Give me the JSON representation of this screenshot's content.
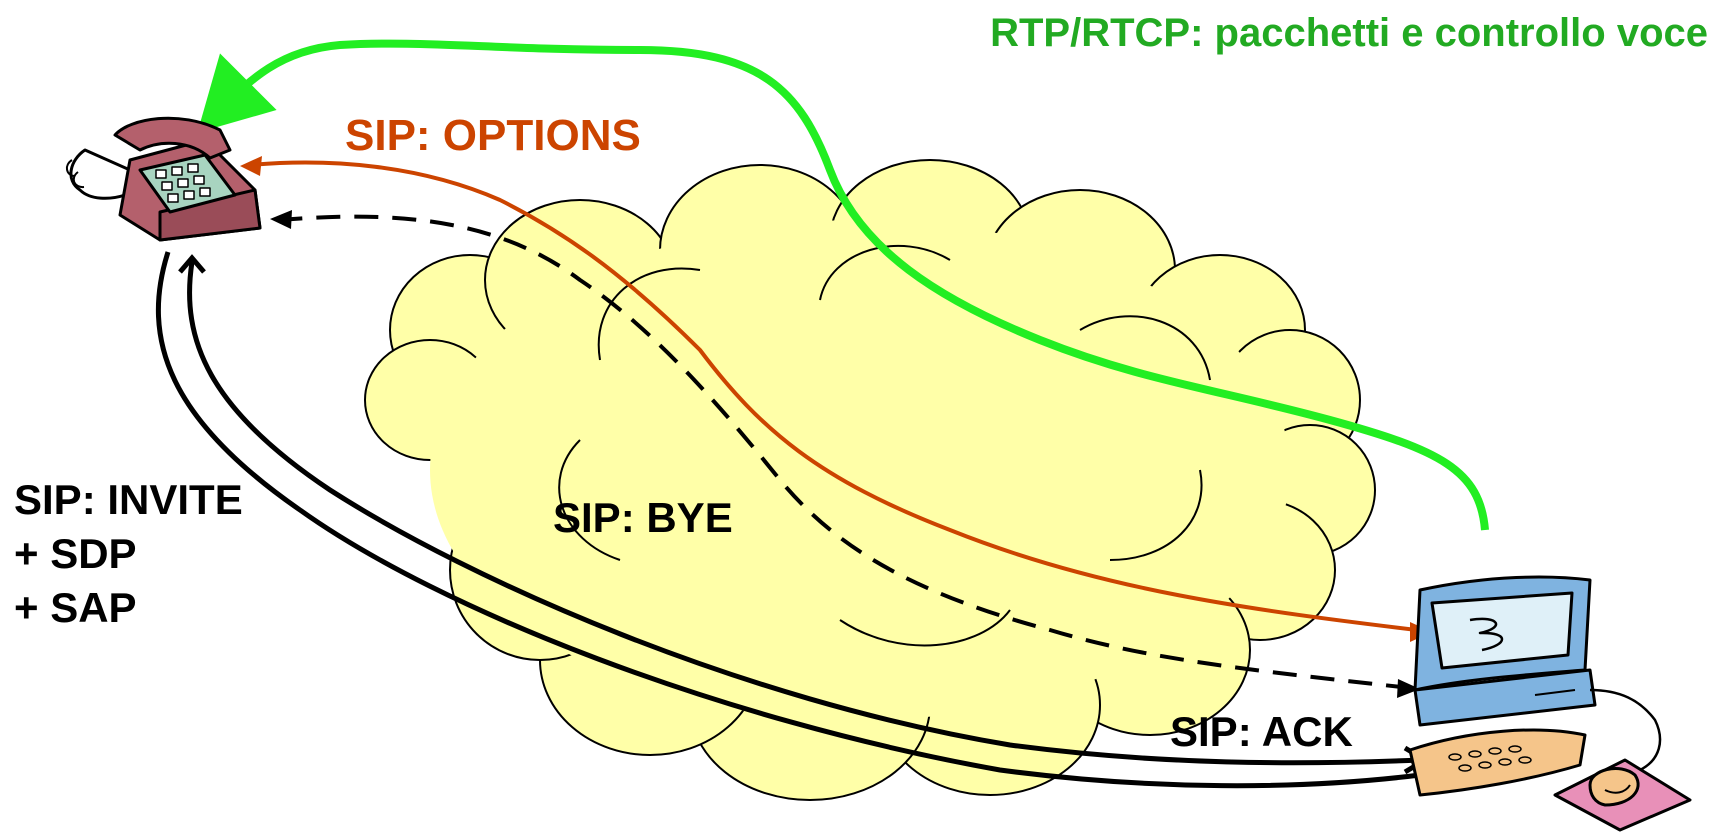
{
  "labels": {
    "rtp": "RTP/RTCP: pacchetti e controllo voce",
    "options": "SIP: OPTIONS",
    "bye": "SIP: BYE",
    "invite_line1": "SIP: INVITE",
    "invite_line2": "+ SDP",
    "invite_line3": "+ SAP",
    "ack": "SIP: ACK"
  },
  "colors": {
    "rtp": "#22ee22",
    "options": "#cc4400",
    "signaling": "#000000",
    "cloud_fill": "#ffffa8",
    "phone_body": "#b4606c",
    "keypad": "#a8d4c0",
    "monitor": "#7fb3e0",
    "keyboard": "#f5c58a",
    "mousepad": "#e890b8"
  },
  "icons": {
    "phone": "telephone-icon",
    "computer": "desktop-computer-icon",
    "cloud": "network-cloud-icon"
  }
}
